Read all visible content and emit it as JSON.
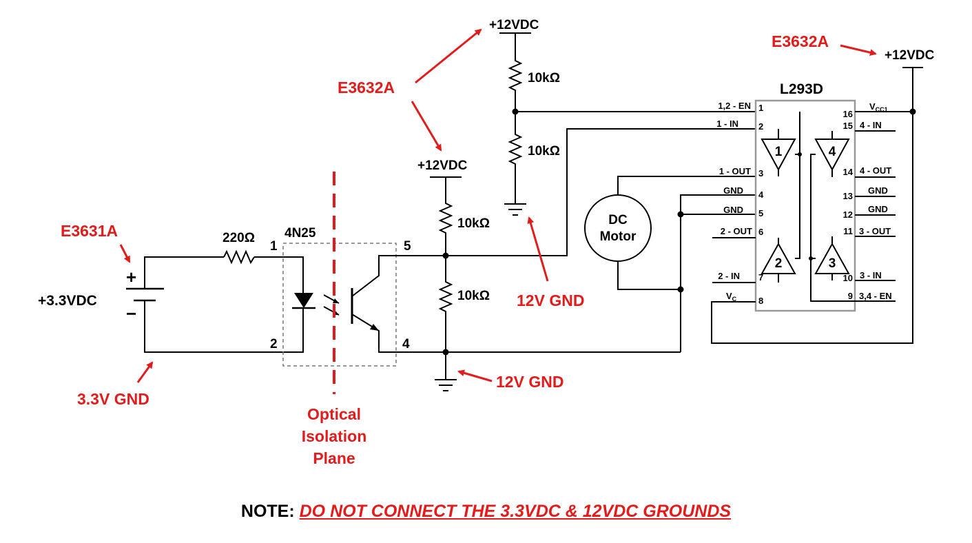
{
  "supplies": {
    "e3631a": "E3631A",
    "e3632a_left": "E3632A",
    "e3632a_right": "E3632A",
    "v33": "+3.3VDC",
    "v12_top": "+12VDC",
    "v12_mid": "+12VDC",
    "v12_right": "+12VDC"
  },
  "grounds": {
    "gnd_33": "3.3V GND",
    "gnd_12_top": "12V GND",
    "gnd_12_bottom": "12V GND"
  },
  "battery": {
    "plus": "+",
    "minus": "−"
  },
  "components": {
    "r_220": "220Ω",
    "r_10k_a": "10kΩ",
    "r_10k_b": "10kΩ",
    "r_10k_c": "10kΩ",
    "r_10k_d": "10kΩ",
    "optocoupler": "4N25",
    "motor_line1": "DC",
    "motor_line2": "Motor",
    "driver": "L293D"
  },
  "opto_pins": {
    "p1": "1",
    "p2": "2",
    "p4": "4",
    "p5": "5"
  },
  "isolation": {
    "line1": "Optical",
    "line2": "Isolation",
    "line3": "Plane"
  },
  "l293d": {
    "left_pins": [
      {
        "num": "1",
        "label": "1,2 - EN"
      },
      {
        "num": "2",
        "label": "1 - IN"
      },
      {
        "num": "3",
        "label": "1 - OUT"
      },
      {
        "num": "4",
        "label": "GND"
      },
      {
        "num": "5",
        "label": "GND"
      },
      {
        "num": "6",
        "label": "2 - OUT"
      },
      {
        "num": "7",
        "label": "2 - IN"
      },
      {
        "num": "8",
        "label": "V",
        "sub": "C"
      }
    ],
    "right_pins": [
      {
        "num": "16",
        "label": "V",
        "sub": "CC1"
      },
      {
        "num": "15",
        "label": "4 - IN"
      },
      {
        "num": "14",
        "label": "4 - OUT"
      },
      {
        "num": "13",
        "label": "GND"
      },
      {
        "num": "12",
        "label": "GND"
      },
      {
        "num": "11",
        "label": "3 - OUT"
      },
      {
        "num": "10",
        "label": "3 - IN"
      },
      {
        "num": "9",
        "label": "3,4 - EN"
      }
    ],
    "buffers": [
      "1",
      "2",
      "3",
      "4"
    ]
  },
  "note": {
    "prefix": "NOTE",
    "colon": ":",
    "text": "DO NOT CONNECT THE 3.3VDC & 12VDC GROUNDS"
  },
  "colors": {
    "accent": "#e31b1b",
    "ink": "#000000",
    "chip_outline": "#999999"
  }
}
